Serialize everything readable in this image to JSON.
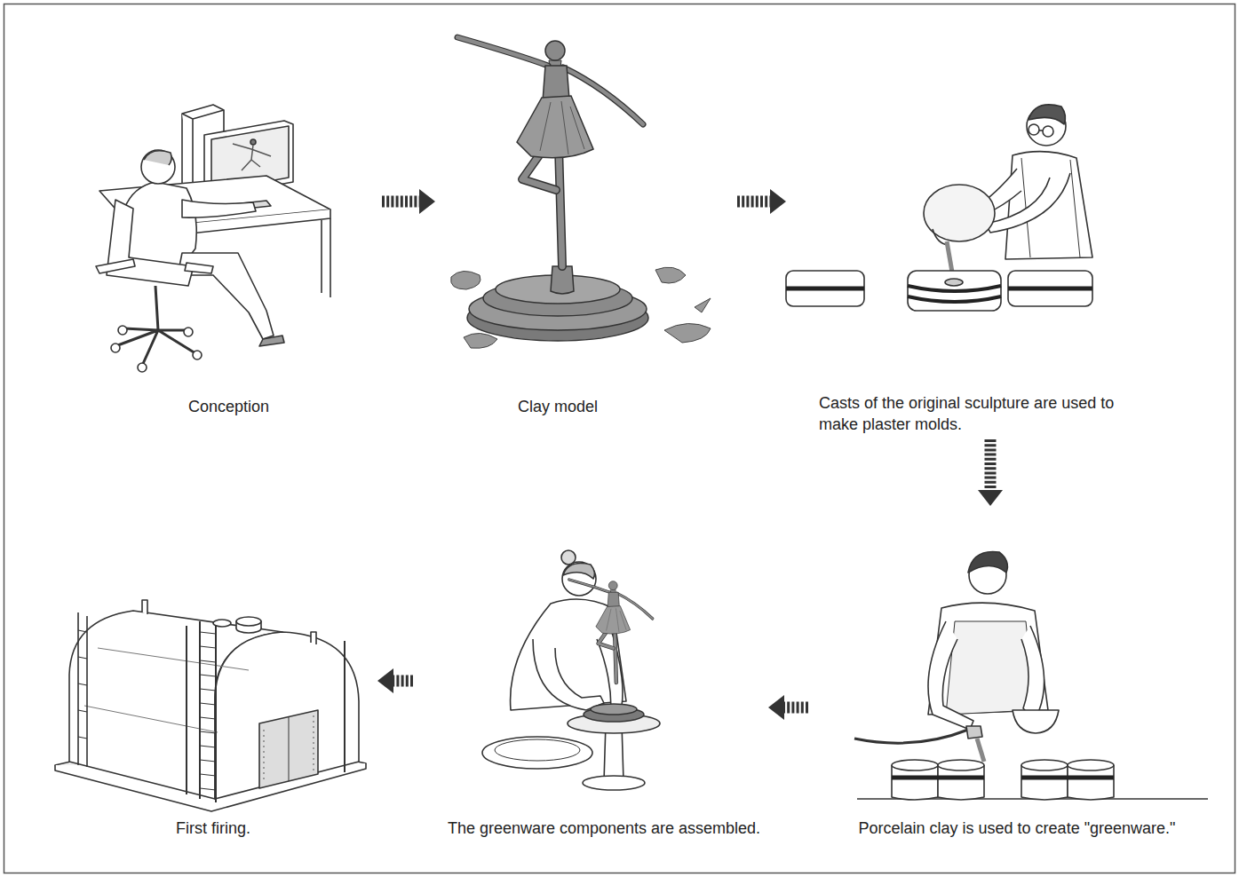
{
  "diagram": {
    "nodes": [
      {
        "text": [
          "Conception"
        ]
      },
      {
        "text": [
          "Clay model"
        ]
      },
      {
        "text": [
          "Casts of the original sculpture are used to make plaster molds."
        ]
      },
      {
        "text": [
          "Porcelain clay is used to create \"greenware.\""
        ]
      },
      {
        "text": [
          "The greenware components are assembled."
        ]
      },
      {
        "text": [
          "First firing."
        ]
      }
    ],
    "edges": [
      {
        "from": 0,
        "to": 1,
        "arrow": "to"
      },
      {
        "from": 1,
        "to": 2,
        "arrow": "to"
      },
      {
        "from": 2,
        "to": 3,
        "arrow": "to"
      },
      {
        "from": 3,
        "to": 4,
        "arrow": "to"
      },
      {
        "from": 4,
        "to": 5,
        "arrow": "to"
      }
    ]
  }
}
